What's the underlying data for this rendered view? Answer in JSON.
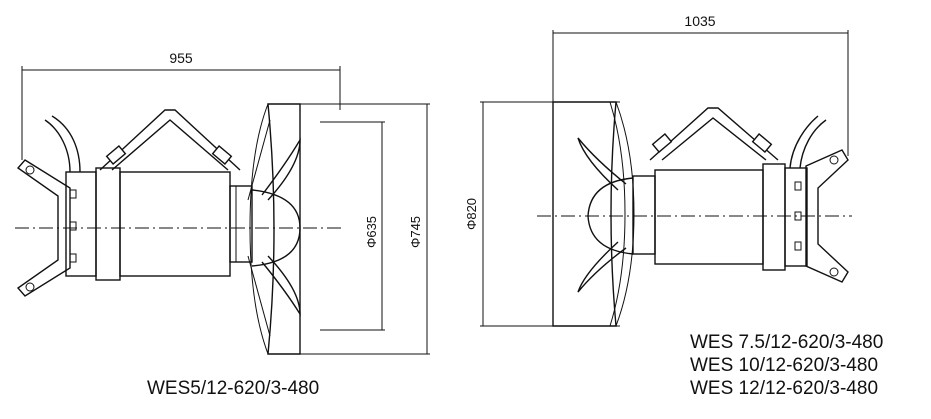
{
  "left_drawing": {
    "length_dim": "955",
    "dia_inner": "Φ635",
    "dia_outer": "Φ745",
    "model": "WES5/12-620/3-480"
  },
  "right_drawing": {
    "length_dim": "1035",
    "dia_outer": "Φ820",
    "models": [
      "WES 7.5/12-620/3-480",
      "WES 10/12-620/3-480",
      "WES 12/12-620/3-480"
    ]
  }
}
